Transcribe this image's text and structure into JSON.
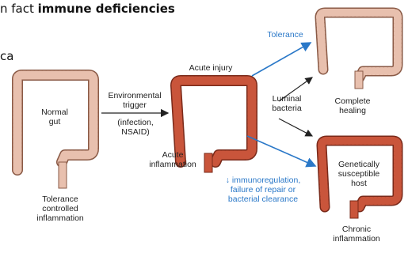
{
  "slide": {
    "line1_prefix": "n fact ",
    "line1_bold": "immune deficiencies",
    "line2": "ca"
  },
  "diagram": {
    "normal_gut": "Normal\ngut",
    "tolerance_controlled": "Tolerance\ncontrolled\ninflammation",
    "environmental_trigger": "Environmental\ntrigger",
    "trigger_examples": "(infection,\nNSAID)",
    "acute_injury": "Acute injury",
    "acute_inflammation": "Acute\ninflammation",
    "tolerance": "Tolerance",
    "luminal_bacteria": "Luminal\nbacteria",
    "complete_healing": "Complete\nhealing",
    "immunoregulation": "↓ immunoregulation,\nfailure of repair or\nbacterial clearance",
    "genetically_susceptible": "Genetically\nsusceptible\nhost",
    "chronic_inflammation": "Chronic\ninflammation"
  },
  "colors": {
    "normal_colon": "#e8c0ae",
    "normal_colon_stroke": "#8a5a46",
    "inflamed_colon": "#c9553b",
    "inflamed_colon_stroke": "#7a2a1a",
    "arrow_black": "#222222",
    "arrow_blue": "#2a78c8",
    "text_blue": "#2a78c8"
  }
}
